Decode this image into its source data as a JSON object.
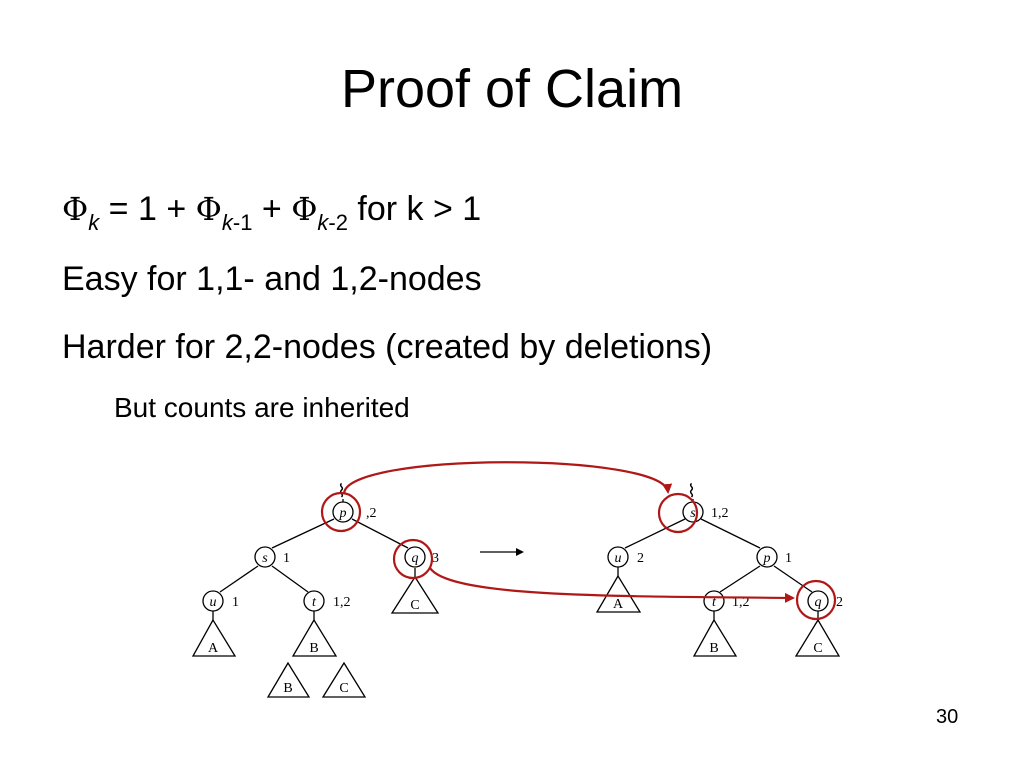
{
  "slide": {
    "title": "Proof of Claim",
    "page_number": "30"
  },
  "bullets": {
    "line1": {
      "phi": "Φ",
      "k": "k",
      "eq_one_plus": " = 1 + ",
      "k1": "k",
      "minus1": "-1",
      "plus": " + ",
      "k2": "k",
      "minus2": "-2",
      "tail": " for k > 1"
    },
    "line2": "Easy for 1,1- and 1,2-nodes",
    "line3": "Harder for 2,2-nodes (created by deletions)",
    "line4": "But counts are inherited"
  },
  "diagram": {
    "left_tree": {
      "top_marker": "⌇",
      "nodes": {
        "p": {
          "name": "p",
          "count": ",2"
        },
        "s": {
          "name": "s",
          "count": "1"
        },
        "q": {
          "name": "q",
          "count": "3"
        },
        "u": {
          "name": "u",
          "count": "1"
        },
        "t": {
          "name": "t",
          "count": "1,2"
        }
      },
      "subtrees": {
        "A": "A",
        "B": "B",
        "C": "C",
        "B2": "B",
        "C2": "C"
      }
    },
    "arrow": "→",
    "right_tree": {
      "top_marker": "⌇",
      "nodes": {
        "s": {
          "name": "s",
          "count": "1,2"
        },
        "u": {
          "name": "u",
          "count": "2"
        },
        "p": {
          "name": "p",
          "count": "1"
        },
        "t": {
          "name": "t",
          "count": "1,2"
        },
        "q": {
          "name": "q",
          "count": "2"
        }
      },
      "subtrees": {
        "A": "A",
        "B": "B",
        "C": "C"
      }
    },
    "highlight_color": "#b01818"
  }
}
